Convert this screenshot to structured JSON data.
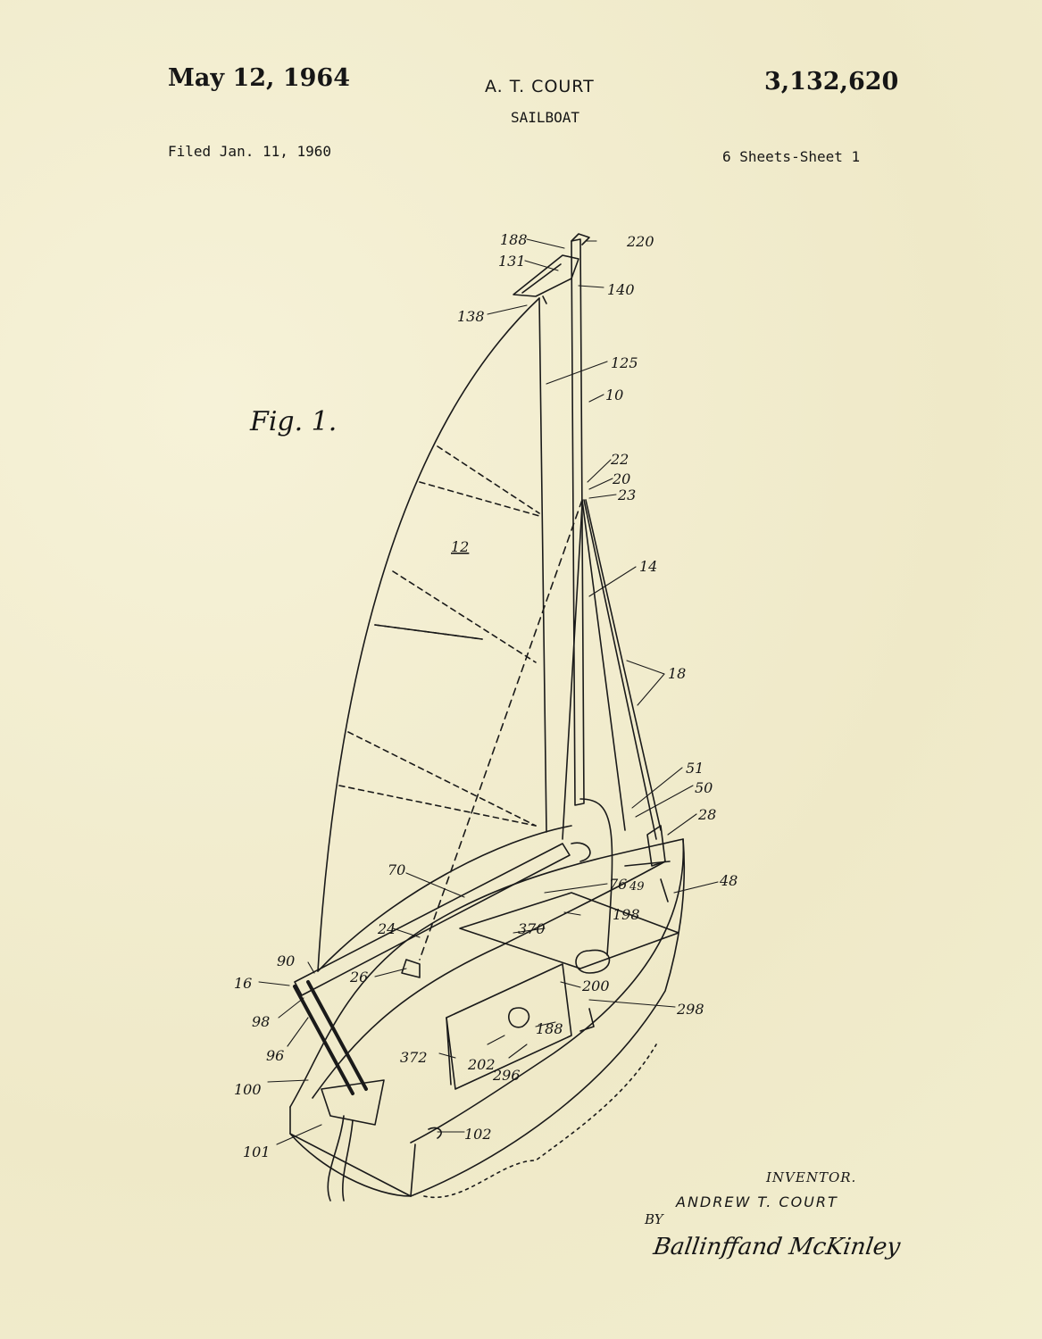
{
  "header": {
    "date": "May 12, 1964",
    "inventor": "A. T. COURT",
    "patent_number": "3,132,620",
    "subject": "SAILBOAT",
    "filed": "Filed Jan. 11, 1960",
    "sheets": "6 Sheets-Sheet 1"
  },
  "figure": {
    "label": "Fig. 1.",
    "refs": {
      "r188a": "188",
      "r220": "220",
      "r131": "131",
      "r140": "140",
      "r138": "138",
      "r125": "125",
      "r10": "10",
      "r22": "22",
      "r20": "20",
      "r23": "23",
      "r12": "12",
      "r14": "14",
      "r18": "18",
      "r51": "51",
      "r50": "50",
      "r28": "28",
      "r70": "70",
      "r76": "76",
      "r49": "49",
      "r48": "48",
      "r198": "198",
      "r370": "370",
      "r24": "24",
      "r90": "90",
      "r26": "26",
      "r16": "16",
      "r200": "200",
      "r298": "298",
      "r98": "98",
      "r96": "96",
      "r372": "372",
      "r202": "202",
      "r296": "296",
      "r188b": "188",
      "r100": "100",
      "r101": "101",
      "r102": "102"
    }
  },
  "footer": {
    "inventor_label": "INVENTOR.",
    "inventor_name": "ANDREW T. COURT",
    "by": "BY",
    "attorney_signature": "Ballinffand McKinley"
  }
}
